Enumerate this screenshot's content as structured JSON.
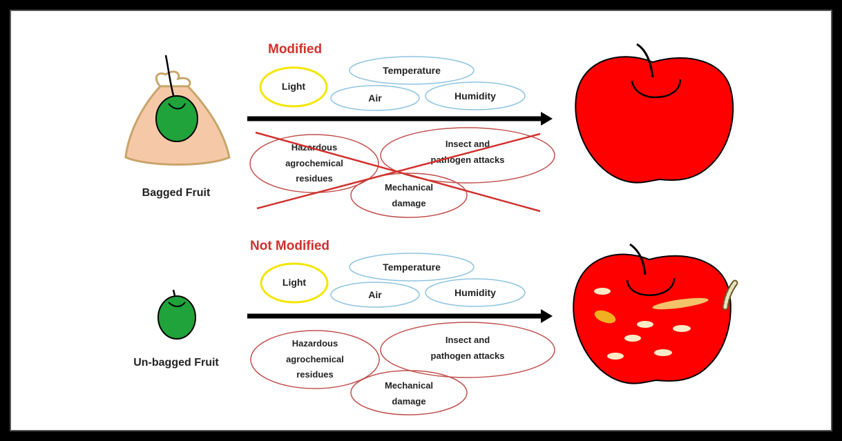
{
  "bagged": {
    "status": "Modified",
    "caption": "Bagged Fruit",
    "modified_factors": [
      "Light",
      "Temperature",
      "Air",
      "Humidity"
    ],
    "threats": [
      "Hazardous",
      "agrochemical",
      "residues",
      "Insect and",
      "pathogen attacks",
      "Mechanical",
      "damage"
    ]
  },
  "unbagged": {
    "status": "Not Modified",
    "caption": "Un-bagged Fruit",
    "modified_factors": [
      "Light",
      "Temperature",
      "Air",
      "Humidity"
    ],
    "threats": [
      "Hazardous",
      "agrochemical",
      "residues",
      "Insect and",
      "pathogen attacks",
      "Mechanical",
      "damage"
    ]
  },
  "colors": {
    "status_red": "#d0312d",
    "light_oval": "#f3e600",
    "climate_oval": "#8fc4e0",
    "threat_oval": "#c0504d",
    "apple_red": "#ff0000",
    "green_fruit": "#1fa33a",
    "bag_fill": "#f5c9a8",
    "bag_stroke": "#c9a46a"
  }
}
